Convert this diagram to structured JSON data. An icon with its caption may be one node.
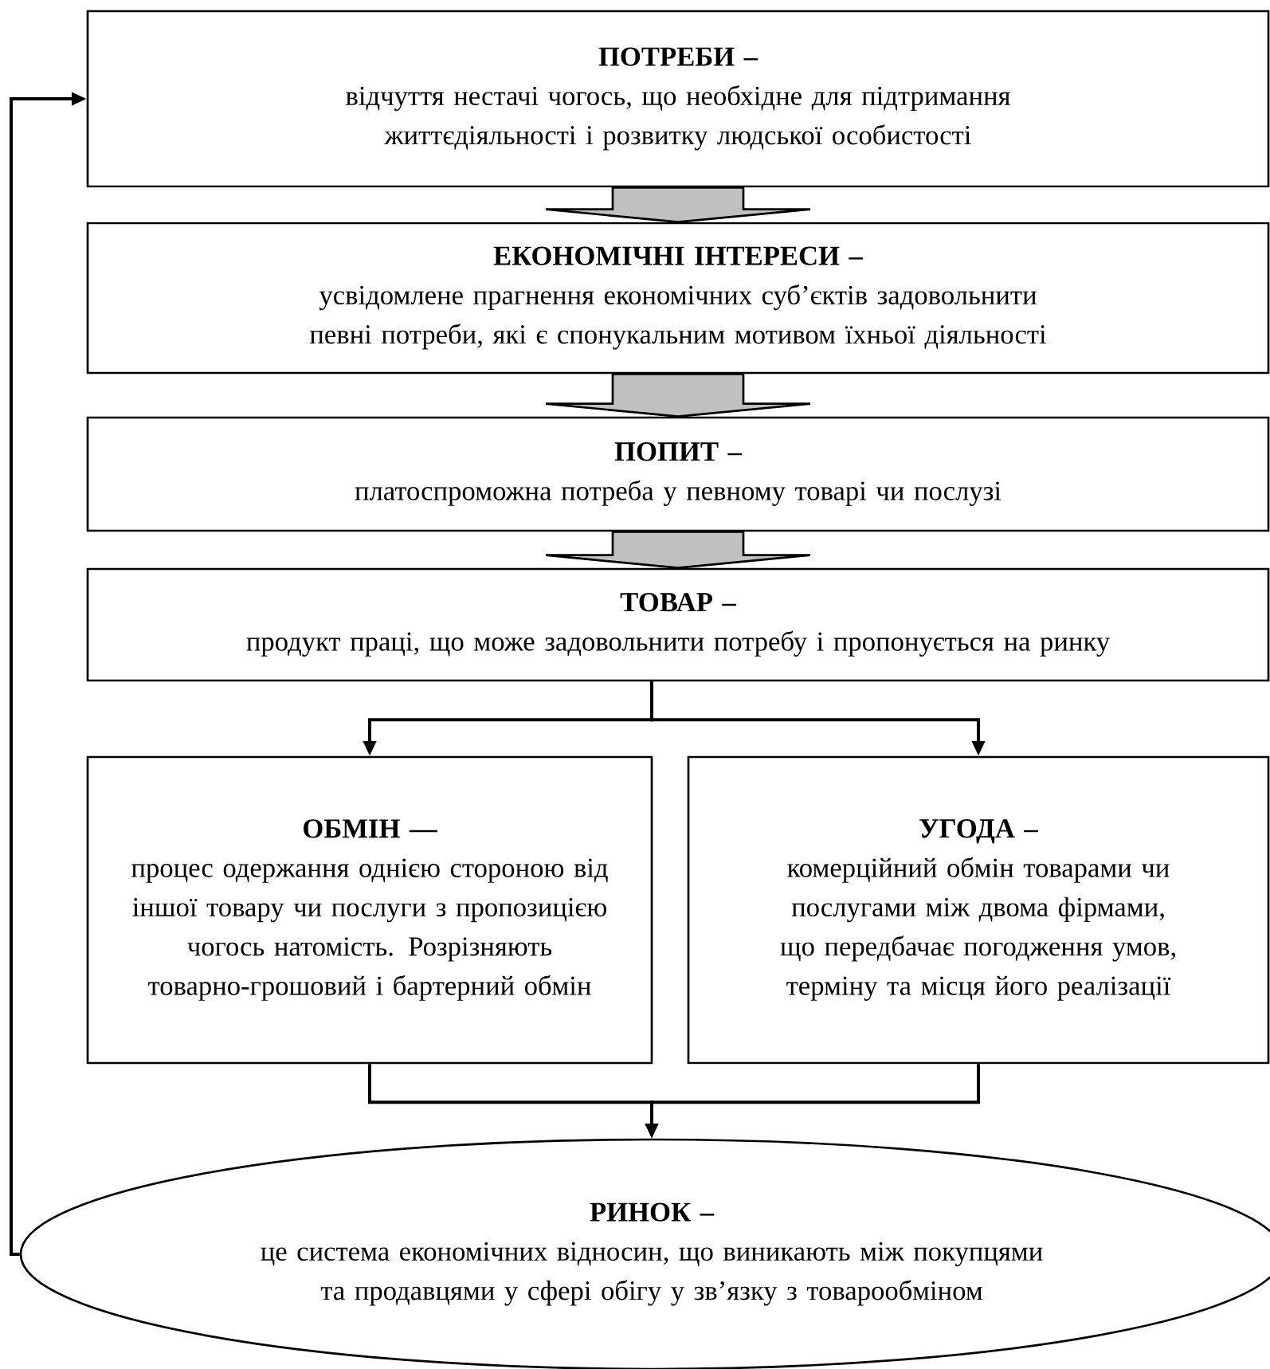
{
  "diagram": {
    "nodes": [
      {
        "text": [
          "ПОТРЕБИ –",
          "відчуття нестачі чогось, що необхідне для підтримання життєдіяльності і розвитку людської особистості"
        ]
      },
      {
        "text": [
          "ЕКОНОМІЧНІ ІНТЕРЕСИ –",
          "усвідомлене прагнення економічних суб’єктів задовольнити певні потреби, які є спонукальним мотивом їхньої діяльності"
        ]
      },
      {
        "text": [
          "ПОПИТ –",
          "платоспроможна потреба у певному товарі чи послузі"
        ]
      },
      {
        "text": [
          "ТОВАР –",
          "продукт праці, що може задовольнити потребу і пропонується на ринку"
        ]
      },
      {
        "text": [
          "ОБМІН —",
          "процес одержання однією стороною від іншої товару чи послуги з пропозицією чогось натомість. Розрізняють товарно-грошовий і бартерний обмін"
        ]
      },
      {
        "text": [
          "УГОДА –",
          "комерційний обмін товарами чи послугами між двома фірмами, що передбачає погодження умов, терміну та місця його реалізації"
        ]
      },
      {
        "text": [
          "РИНОК –",
          "це система економічних відносин, що виникають між покупцями та продавцями у сфері обігу у зв’язку з товарообміном"
        ]
      }
    ],
    "edges": [
      {
        "from": 0,
        "to": 1,
        "arrow": "to",
        "style": "thick",
        "color": "#c0c0c0"
      },
      {
        "from": 1,
        "to": 2,
        "arrow": "to",
        "style": "thick",
        "color": "#c0c0c0"
      },
      {
        "from": 2,
        "to": 3,
        "arrow": "to",
        "style": "thick",
        "color": "#c0c0c0"
      },
      {
        "from": 3,
        "to": 4,
        "arrow": "to"
      },
      {
        "from": 3,
        "to": 5,
        "arrow": "to"
      },
      {
        "from": 4,
        "to": 6,
        "arrow": "to"
      },
      {
        "from": 5,
        "to": 6,
        "arrow": "to"
      },
      {
        "from": 6,
        "to": 0,
        "arrow": "to"
      }
    ]
  }
}
